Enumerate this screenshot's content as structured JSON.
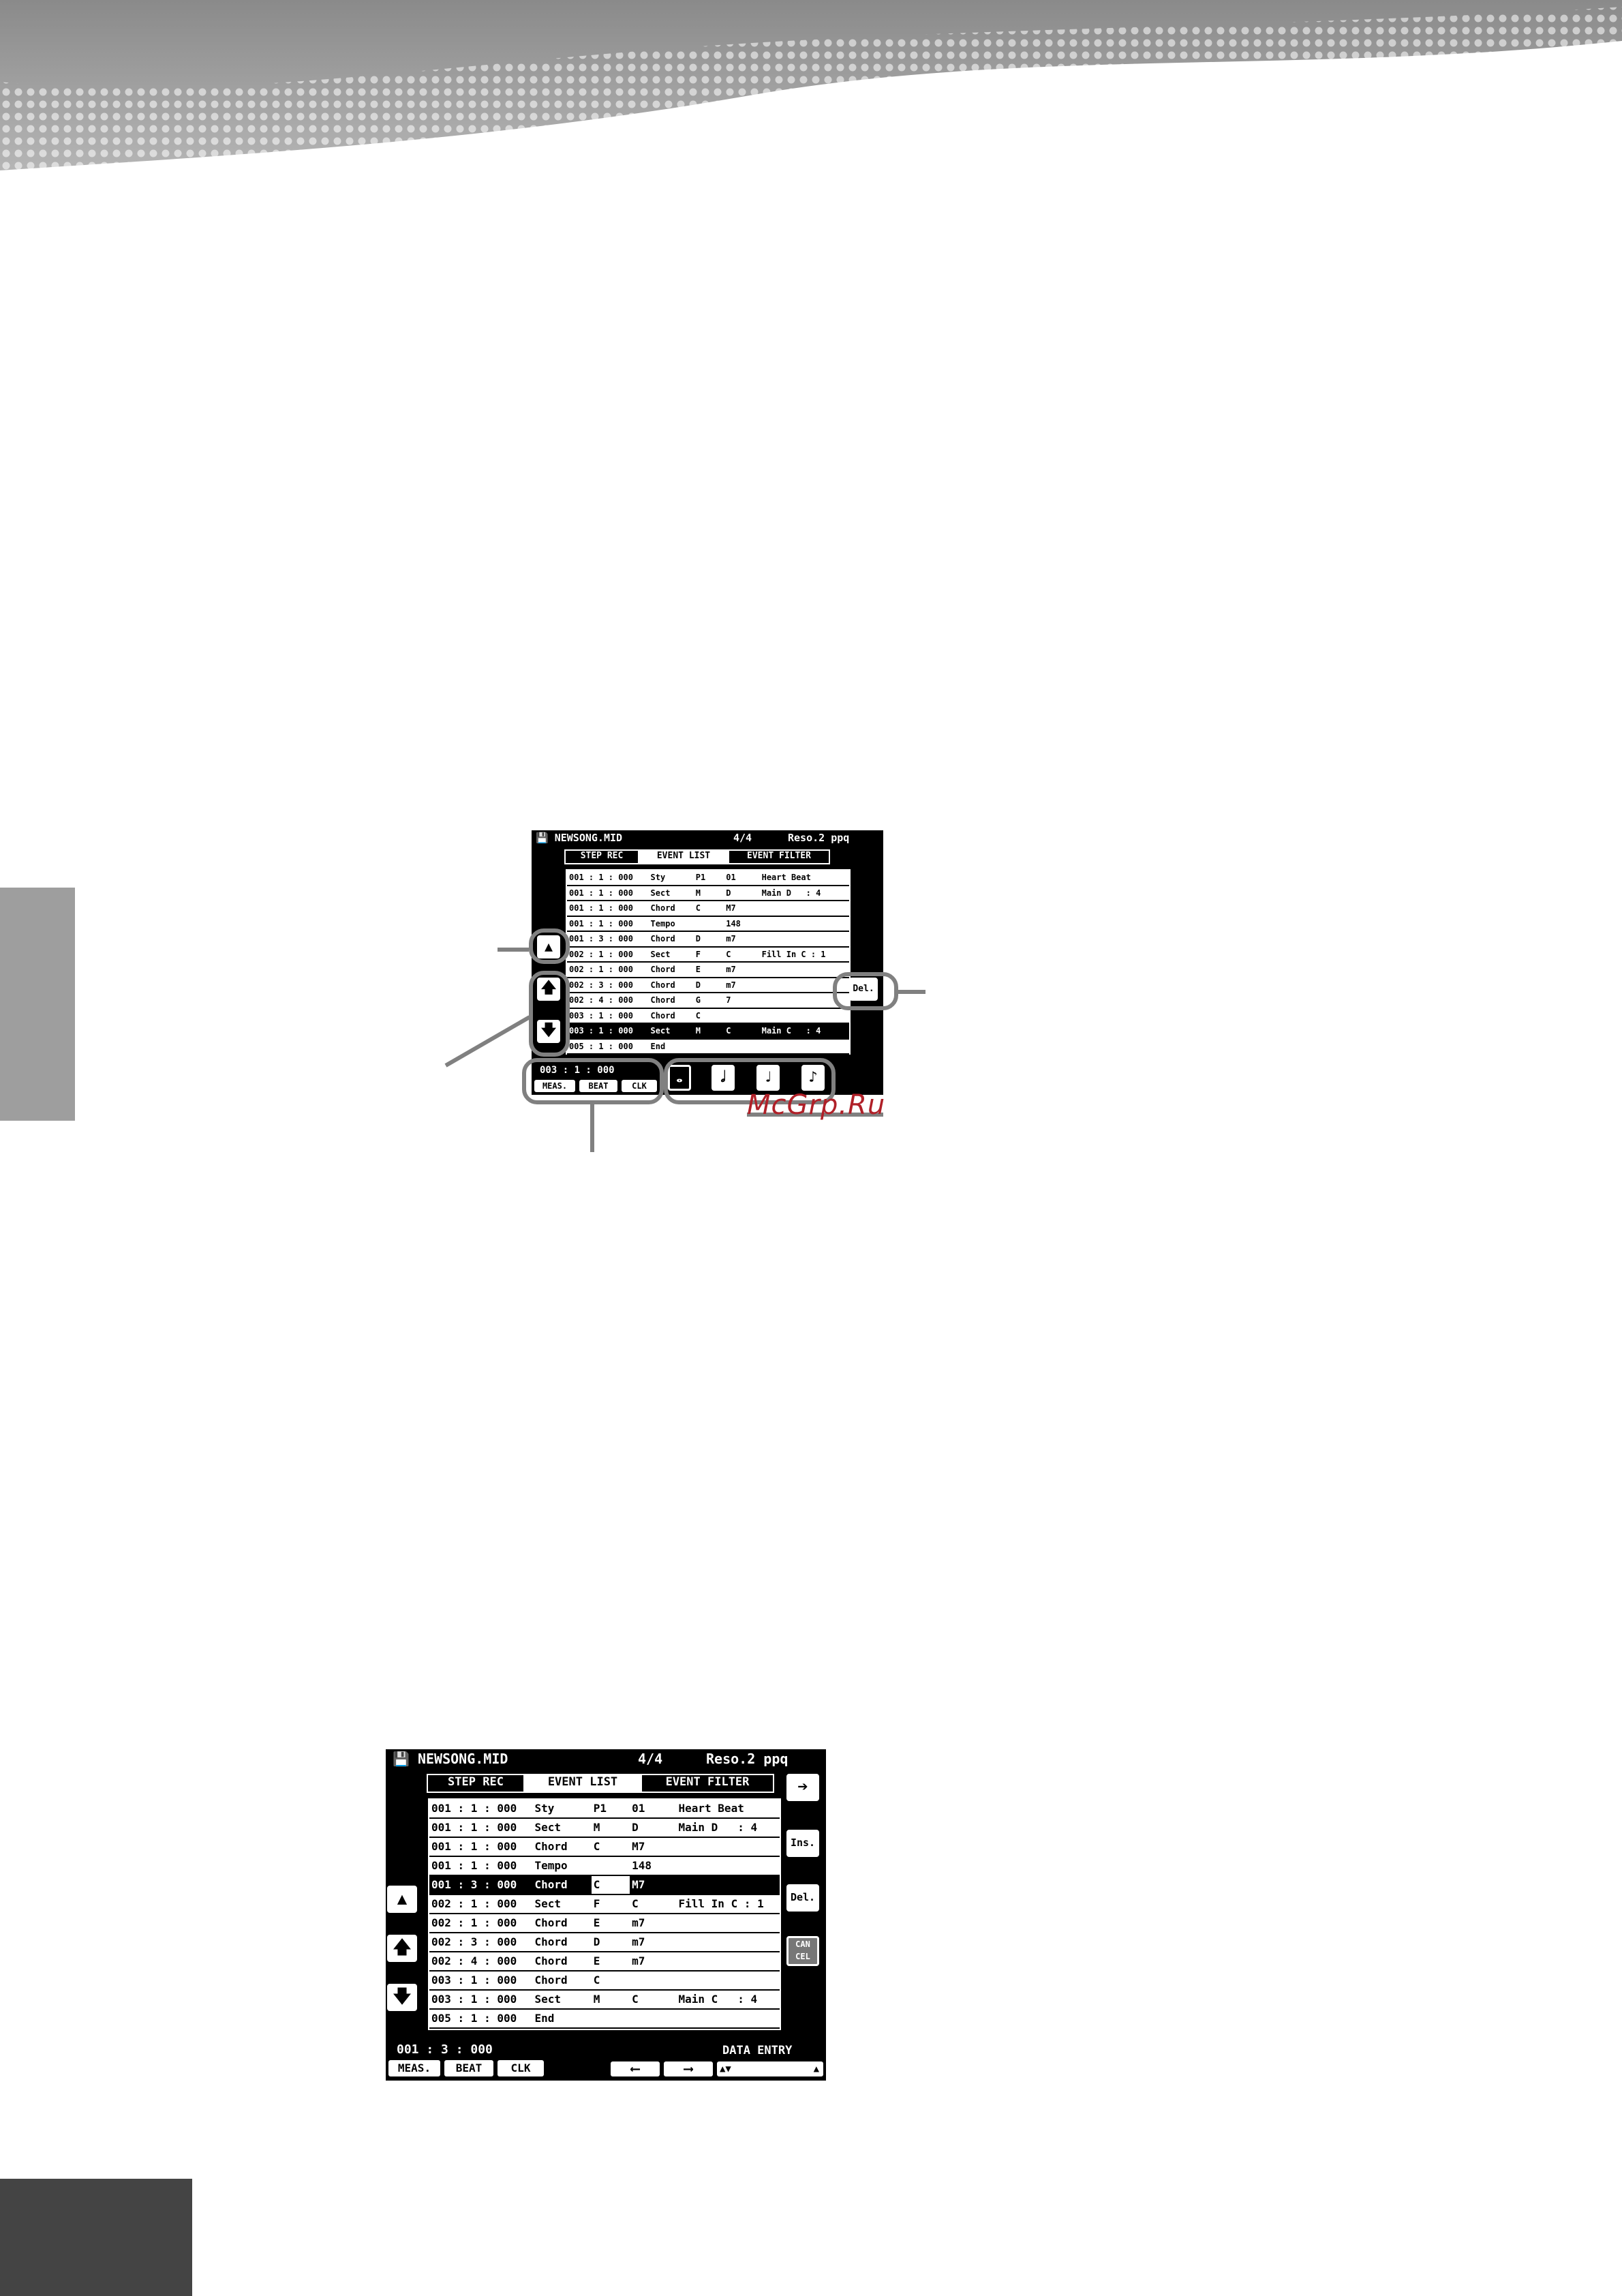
{
  "watermark": "McGrp.Ru",
  "colors": {
    "lcd_bg": "#000000",
    "lcd_fg": "#ffffff",
    "callout": "#808080",
    "side_tab": "#9e9e9e",
    "corner": "#444444",
    "watermark": "#b02028"
  },
  "screen1": {
    "filename": "NEWSONG.MID",
    "time_sig": "4/4",
    "reso": "Reso.2 ppq",
    "tabs": [
      "STEP REC",
      "EVENT LIST",
      "EVENT FILTER"
    ],
    "rows": [
      [
        "001 : 1 : 000",
        "Sty",
        "P1",
        "01",
        "Heart Beat"
      ],
      [
        "001 : 1 : 000",
        "Sect",
        "M",
        "D",
        "Main D   : 4"
      ],
      [
        "001 : 1 : 000",
        "Chord",
        "C",
        "M7",
        ""
      ],
      [
        "001 : 1 : 000",
        "Tempo",
        "",
        "148",
        ""
      ],
      [
        "001 : 3 : 000",
        "Chord",
        "D",
        "m7",
        ""
      ],
      [
        "002 : 1 : 000",
        "Sect",
        "F",
        "C",
        "Fill In C : 1"
      ],
      [
        "002 : 1 : 000",
        "Chord",
        "E",
        "m7",
        ""
      ],
      [
        "002 : 3 : 000",
        "Chord",
        "D",
        "m7",
        ""
      ],
      [
        "002 : 4 : 000",
        "Chord",
        "G",
        "7",
        ""
      ],
      [
        "003 : 1 : 000",
        "Chord",
        "C",
        "",
        ""
      ],
      [
        "003 : 1 : 000",
        "Sect",
        "M",
        "C",
        "Main C   : 4"
      ],
      [
        "005 : 1 : 000",
        "End",
        "",
        "",
        ""
      ]
    ],
    "position": "003  :   1   : 000",
    "pos_buttons": [
      "MEAS.",
      "BEAT",
      "CLK"
    ],
    "del_label": "Del."
  },
  "screen2": {
    "filename": "NEWSONG.MID",
    "time_sig": "4/4",
    "reso": "Reso.2 ppq",
    "tabs": [
      "STEP REC",
      "EVENT LIST",
      "EVENT FILTER"
    ],
    "rows": [
      [
        "001 : 1 : 000",
        "Sty",
        "P1",
        "01",
        "Heart Beat"
      ],
      [
        "001 : 1 : 000",
        "Sect",
        "M",
        "D",
        "Main D   : 4"
      ],
      [
        "001 : 1 : 000",
        "Chord",
        "C",
        "M7",
        ""
      ],
      [
        "001 : 1 : 000",
        "Tempo",
        "",
        "148",
        ""
      ],
      [
        "001 : 3 : 000",
        "Chord",
        "C",
        "M7",
        ""
      ],
      [
        "002 : 1 : 000",
        "Sect",
        "F",
        "C",
        "Fill In C : 1"
      ],
      [
        "002 : 1 : 000",
        "Chord",
        "E",
        "m7",
        ""
      ],
      [
        "002 : 3 : 000",
        "Chord",
        "D",
        "m7",
        ""
      ],
      [
        "002 : 4 : 000",
        "Chord",
        "E",
        "m7",
        ""
      ],
      [
        "003 : 1 : 000",
        "Chord",
        "C",
        "",
        ""
      ],
      [
        "003 : 1 : 000",
        "Sect",
        "M",
        "C",
        "Main C   : 4"
      ],
      [
        "005 : 1 : 000",
        "End",
        "",
        "",
        ""
      ]
    ],
    "position": "001  :   3   : 000",
    "pos_buttons": [
      "MEAS.",
      "BEAT",
      "CLK"
    ],
    "data_entry": "DATA ENTRY",
    "right_buttons": [
      "Ins.",
      "Del.",
      "CAN CEL"
    ]
  }
}
